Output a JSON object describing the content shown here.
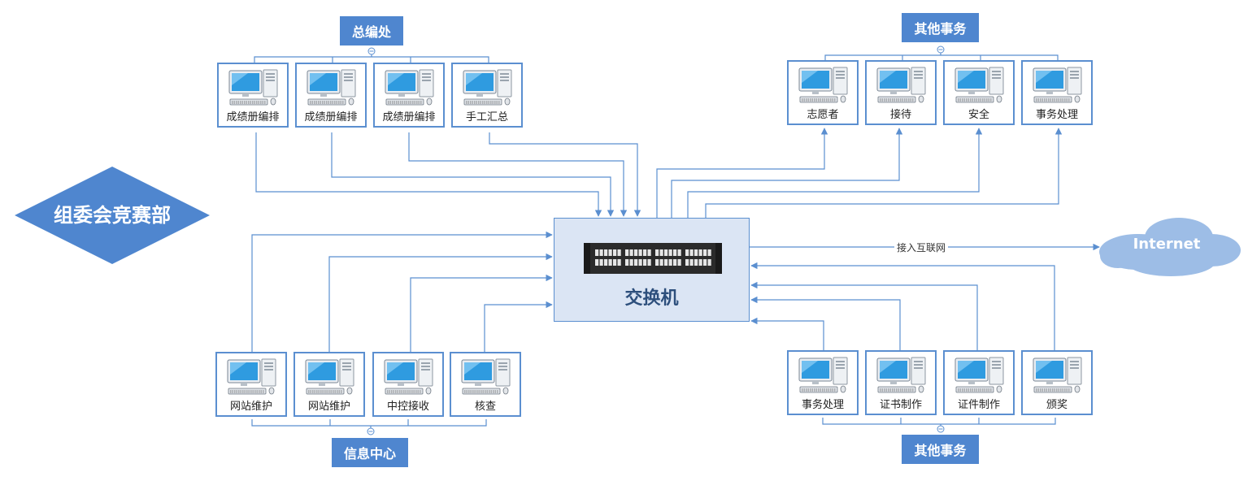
{
  "org": {
    "title": "组委会竞赛部"
  },
  "switch": {
    "label": "交换机"
  },
  "internet": {
    "label": "Internet",
    "link_label": "接入互联网"
  },
  "groups": {
    "top_left": {
      "label": "总编处",
      "items": [
        "成绩册编排",
        "成绩册编排",
        "成绩册编排",
        "手工汇总"
      ]
    },
    "top_right": {
      "label": "其他事务",
      "items": [
        "志愿者",
        "接待",
        "安全",
        "事务处理"
      ]
    },
    "bottom_left": {
      "label": "信息中心",
      "items": [
        "网站维护",
        "网站维护",
        "中控接收",
        "核查"
      ]
    },
    "bottom_right": {
      "label": "其他事务",
      "items": [
        "事务处理",
        "证书制作",
        "证件制作",
        "颁奖"
      ]
    }
  },
  "colors": {
    "accent": "#4f86cf",
    "line": "#5b8fd0",
    "switch_fill": "#dbe5f4",
    "cloud": "#9dbde6"
  },
  "icons": {
    "computer": "computer-icon",
    "switch": "network-switch-icon",
    "cloud": "cloud-icon"
  }
}
